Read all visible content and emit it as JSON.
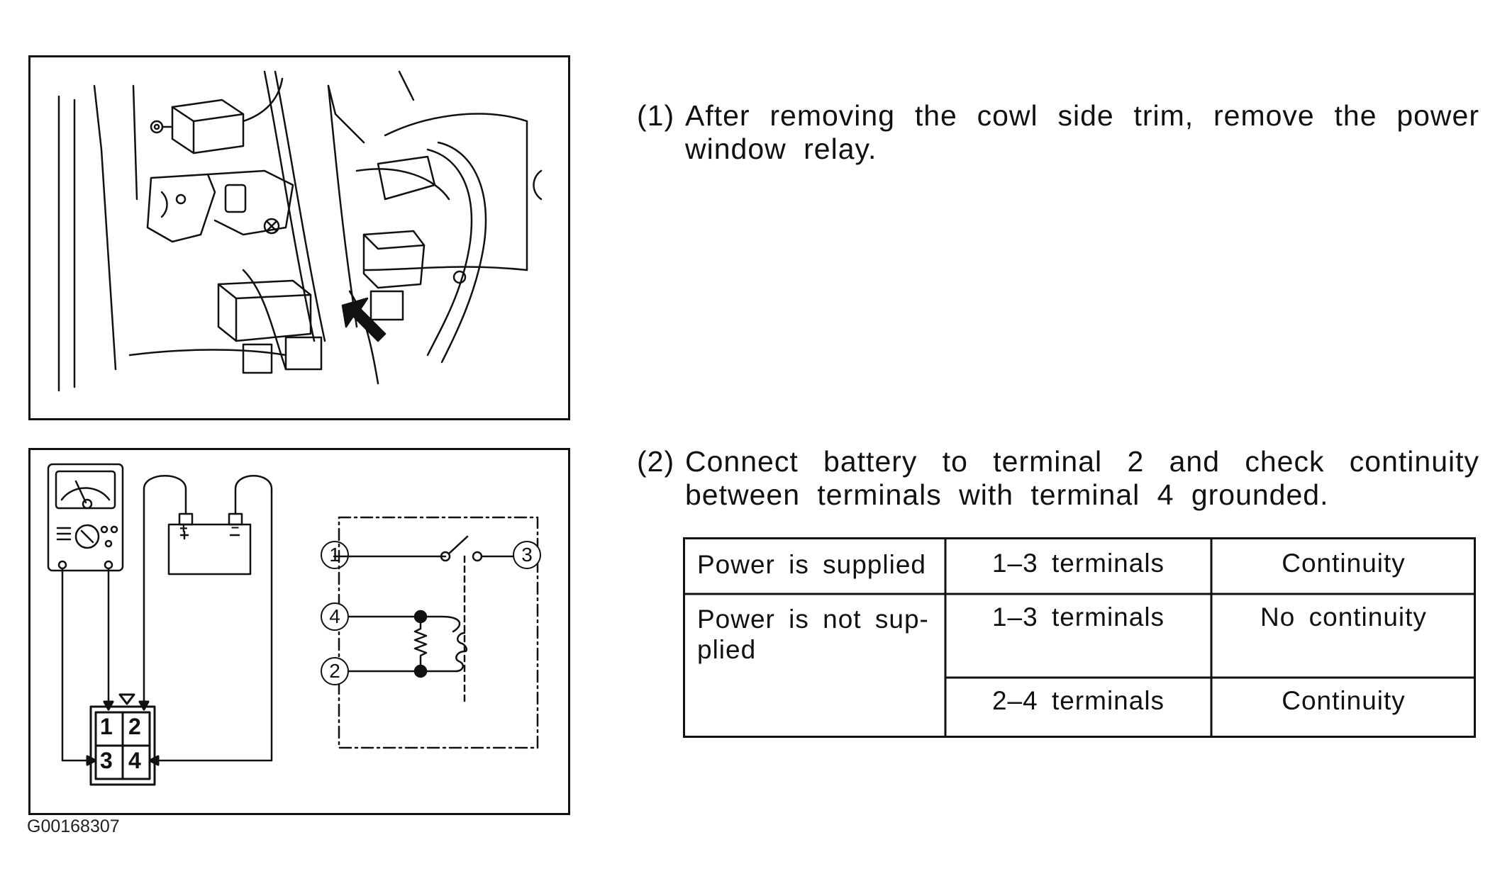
{
  "figure_code": "G00168307",
  "steps": [
    {
      "number": "(1)",
      "text": "After removing the cowl side trim, remove the power window relay."
    },
    {
      "number": "(2)",
      "text": "Connect battery to terminal 2 and check continuity between terminals with terminal 4 grounded."
    }
  ],
  "table": {
    "rows": [
      {
        "condition": "Power is supplied",
        "terminals": "1–3 terminals",
        "result": "Continuity"
      },
      {
        "condition": "Power is not sup-\nplied",
        "terminals": "1–3 terminals",
        "result": "No continuity"
      },
      {
        "condition": "",
        "terminals": "2–4 terminals",
        "result": "Continuity"
      }
    ]
  },
  "connector_terminals": [
    "1",
    "2",
    "3",
    "4"
  ],
  "schematic_terminals": [
    "1",
    "2",
    "3",
    "4"
  ],
  "battery_symbols": {
    "positive": "+",
    "negative": "–"
  }
}
